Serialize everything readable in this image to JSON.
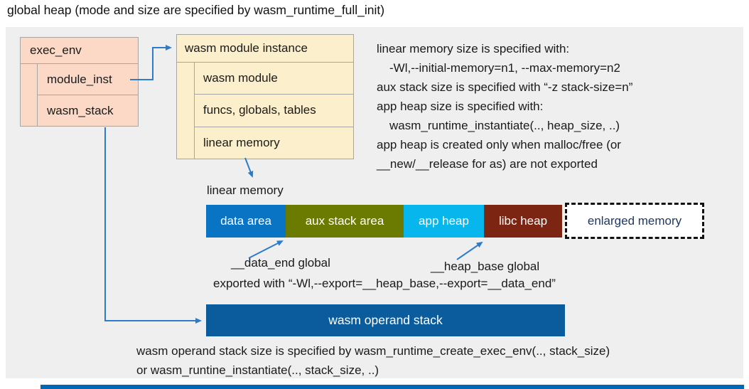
{
  "title": "global heap (mode and size are specified by wasm_runtime_full_init)",
  "exec_env": {
    "title": "exec_env",
    "rows": [
      "module_inst",
      "wasm_stack"
    ]
  },
  "module_instance": {
    "title": "wasm module instance",
    "rows": [
      "wasm module",
      "funcs, globals, tables",
      "linear memory"
    ]
  },
  "notes": {
    "lines": [
      "linear memory size is specified with:",
      "-Wl,--initial-memory=n1, --max-memory=n2",
      "aux stack size is specified with “-z stack-size=n”",
      "app heap size is specified with:",
      "wasm_runtime_instantiate(.., heap_size, ..)",
      "app heap is created only when malloc/free (or",
      "__new/__release for as) are not exported"
    ]
  },
  "linear_memory": {
    "label": "linear memory",
    "segments": [
      {
        "label": "data area",
        "color": "#0a74c4"
      },
      {
        "label": "aux stack area",
        "color": "#6b7a00"
      },
      {
        "label": "app heap",
        "color": "#06b6ec"
      },
      {
        "label": "libc heap",
        "color": "#7c2512"
      },
      {
        "label": "enlarged memory",
        "color": "#ffffff",
        "border_style": "dashed",
        "text_color": "#1f3864"
      }
    ],
    "data_end_label": "__data_end global",
    "heap_base_label": "__heap_base global",
    "export_note": "exported with “-Wl,--export=__heap_base,--export=__data_end”"
  },
  "operand_stack": {
    "label": "wasm operand stack",
    "note_line1": "wasm operand stack size is specified by wasm_runtime_create_exec_env(.., stack_size)",
    "note_line2": "or wasm_runtine_instantiate(.., stack_size, ..)"
  },
  "colors": {
    "panel_background": "#efefef",
    "exec_env_fill": "#fbd9c6",
    "module_instance_fill": "#fcefcb",
    "box_border": "#a6a6a6",
    "arrow_blue": "#2e7cc9",
    "operand_stack_fill": "#0a5c9d",
    "bottom_bar": "#0068b5"
  }
}
